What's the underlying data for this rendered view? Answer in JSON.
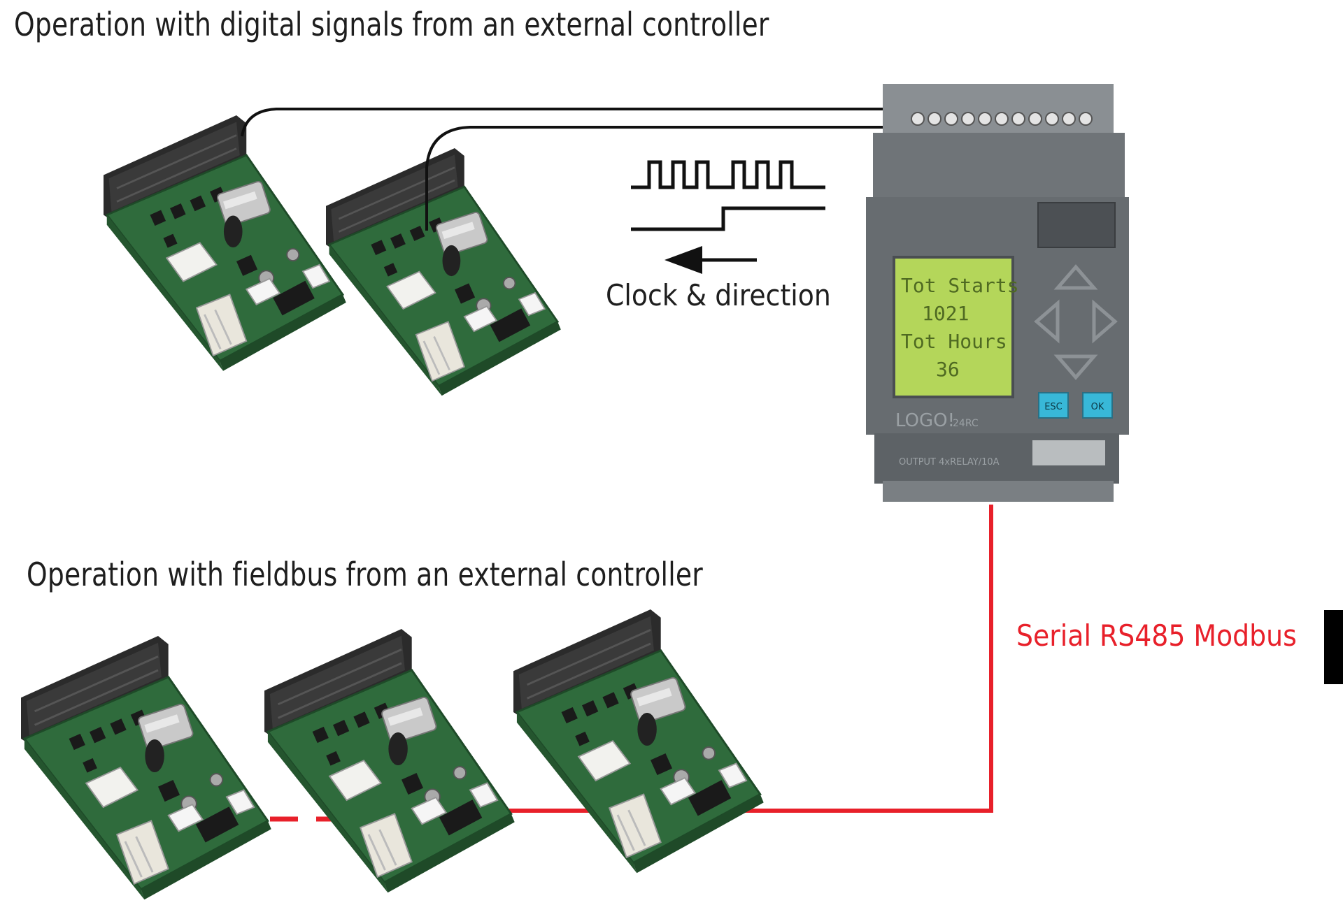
{
  "sections": {
    "digital_title": "Operation with digital signals from an external controller",
    "fieldbus_title": "Operation with fieldbus from an external controller"
  },
  "signals": {
    "clock_direction_label": "Clock & direction"
  },
  "bus": {
    "label": "Serial RS485 Modbus",
    "color": "#e8202a"
  },
  "controller": {
    "model": "LOGO!",
    "variant": "24RC",
    "lcd_lines": [
      "Tot Starts",
      "1021",
      "Tot Hours",
      "36"
    ],
    "esc_label": "ESC",
    "ok_label": "OK",
    "output_label": "OUTPUT 4xRELAY/10A"
  },
  "colors": {
    "pcb_green": "#2f6b3c",
    "heatsink": "#2b2b2b",
    "controller_body": "#676c70",
    "lcd": "#b4d65a",
    "button": "#38b8d8"
  }
}
